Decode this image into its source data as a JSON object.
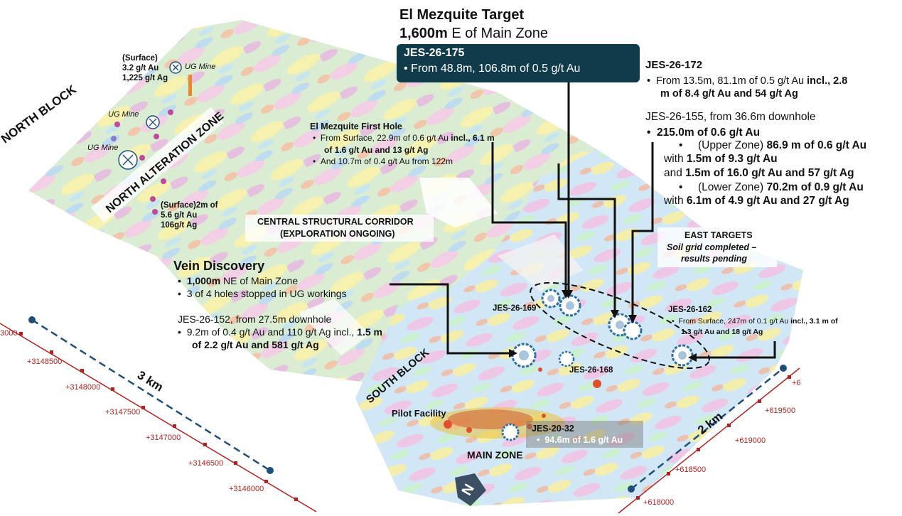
{
  "colors": {
    "callout_bg": "#0f3b4a",
    "arrow": "#111111",
    "grid_red": "#b22222",
    "grid_blue": "#1f4e79",
    "target_marker": "#ffffff",
    "target_ring": "#2a6fa6"
  },
  "el_mezquite": {
    "title": "El Mezquite Target",
    "distance_bold": "1,600m",
    "distance_rest": " E of Main Zone"
  },
  "jes_175": {
    "hole": "JES-26-175",
    "result": "From 48.8m, 106.8m of 0.5 g/t Au"
  },
  "jes_172": {
    "hole": "JES-26-172",
    "line1_plain": "From 13.5m, 81.1m of 0.5 g/t Au ",
    "line1_bold": "incl., 2.8",
    "line2_bold": "m of 8.4 g/t Au and 54 g/t Ag"
  },
  "jes_155": {
    "header": "JES-26-155, from 36.6m downhole",
    "total_bold": "215.0m of 0.6 g/t Au",
    "upper_plain": "(Upper Zone) ",
    "upper_bold": "86.9 m of 0.6 g/t Au",
    "upper_with_plain": "with ",
    "upper_with_bold": "1.5m of 9.3 g/t Au",
    "upper_and_plain": "and ",
    "upper_and_bold": "1.5m of 16.0 g/t Au and 57 g/t Ag",
    "lower_plain": "(Lower Zone) ",
    "lower_bold": "70.2m of 0.9 g/t Au",
    "lower_with_plain": "with ",
    "lower_with_bold": "6.1m of 4.9 g/t Au and 27 g/t Ag"
  },
  "first_hole": {
    "title": "El Mezquite First Hole",
    "line1_plain": "From Surface, 22.9m of 0.6 g/t Au ",
    "line1_bold": "incl., 6.1 m",
    "line2_bold": "of 1.6 g/t Au and 13 g/t Ag",
    "line3": "And 10.7m of 0.4 g/t Au from 122m"
  },
  "corridor": {
    "line1": "CENTRAL STRUCTURAL CORRIDOR",
    "line2": "(EXPLORATION ONGOING)"
  },
  "east_targets": {
    "title": "EAST TARGETS",
    "line1": "Soil grid completed –",
    "line2": "results pending"
  },
  "vein_discovery": {
    "title": "Vein Discovery",
    "item1_bold": "1,000m",
    "item1_plain": " NE of Main Zone",
    "item2": "3 of 4 holes stopped in UG workings",
    "jes152_header": "JES-26-152, from 27.5m downhole",
    "jes152_plain": "9.2m of 0.4 g/t Au and 110 g/t Ag incl., ",
    "jes152_bold1": "1.5 m",
    "jes152_bold2": "of 2.2 g/t Au and 581 g/t Ag"
  },
  "north": {
    "block": "NORTH BLOCK",
    "alteration": "NORTH ALTERATION ZONE",
    "surface1_a": "(Surface)",
    "surface1_b": "3.2 g/t Au",
    "surface1_c": "1,225 g/t Ag",
    "surface2_a": "(Surface)2m of",
    "surface2_b": "5.6 g/t Au",
    "surface2_c": "106g/t Ag",
    "ug_mine": "UG Mine"
  },
  "south": {
    "block": "SOUTH BLOCK",
    "pilot": "Pilot Facility",
    "main_zone": "MAIN ZONE",
    "jes_20_32": "JES-20-32",
    "jes_20_32_result": "94.6m of 1.6 g/t Au"
  },
  "hole_labels": {
    "h169": "JES-26-169",
    "h168": "JES-26-168",
    "h162": "JES-26-162",
    "h162_plain": "From Surface, 247m of 0.1 g/t Au ",
    "h162_bold1": "incl., 3.1 m of",
    "h162_bold2": "1.3 g/t Au and 18 g/t Ag"
  },
  "scale": {
    "left": "3 km",
    "right": "2 km"
  },
  "grid_left": [
    "3000",
    "+3148500",
    "+3148000",
    "+3147500",
    "+3147000",
    "+3146500",
    "+3146000"
  ],
  "grid_right": [
    "+6",
    "+619500",
    "+619000",
    "+618500",
    "+618000"
  ],
  "north_arrow": "N"
}
